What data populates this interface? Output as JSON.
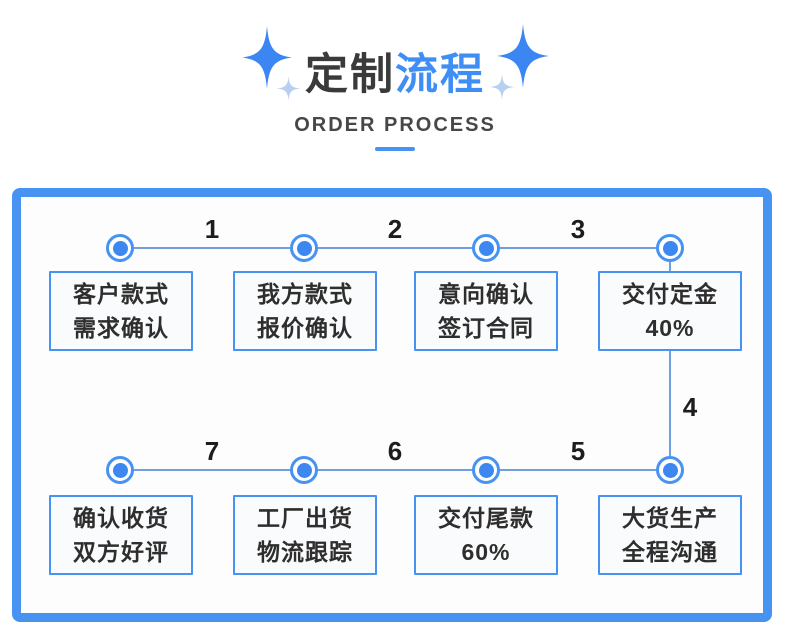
{
  "header": {
    "title_part1": "定制",
    "title_part2": "流程",
    "subtitle": "ORDER PROCESS"
  },
  "colors": {
    "accent_blue": "#4793f2",
    "title_blue": "#3f8ef5",
    "connector_line": "#6f9fe0",
    "text_dark": "#2e2e2e",
    "sparkle_big": "#3b86f2",
    "sparkle_small": "#b9cff2"
  },
  "step_numbers": [
    "1",
    "2",
    "3",
    "4",
    "5",
    "6",
    "7"
  ],
  "boxes": [
    {
      "line1": "客户款式",
      "line2": "需求确认"
    },
    {
      "line1": "我方款式",
      "line2": "报价确认"
    },
    {
      "line1": "意向确认",
      "line2": "签订合同"
    },
    {
      "line1": "交付定金",
      "line2": "40%"
    },
    {
      "line1": "确认收货",
      "line2": "双方好评"
    },
    {
      "line1": "工厂出货",
      "line2": "物流跟踪"
    },
    {
      "line1": "交付尾款",
      "line2": "60%"
    },
    {
      "line1": "大货生产",
      "line2": "全程沟通"
    }
  ]
}
